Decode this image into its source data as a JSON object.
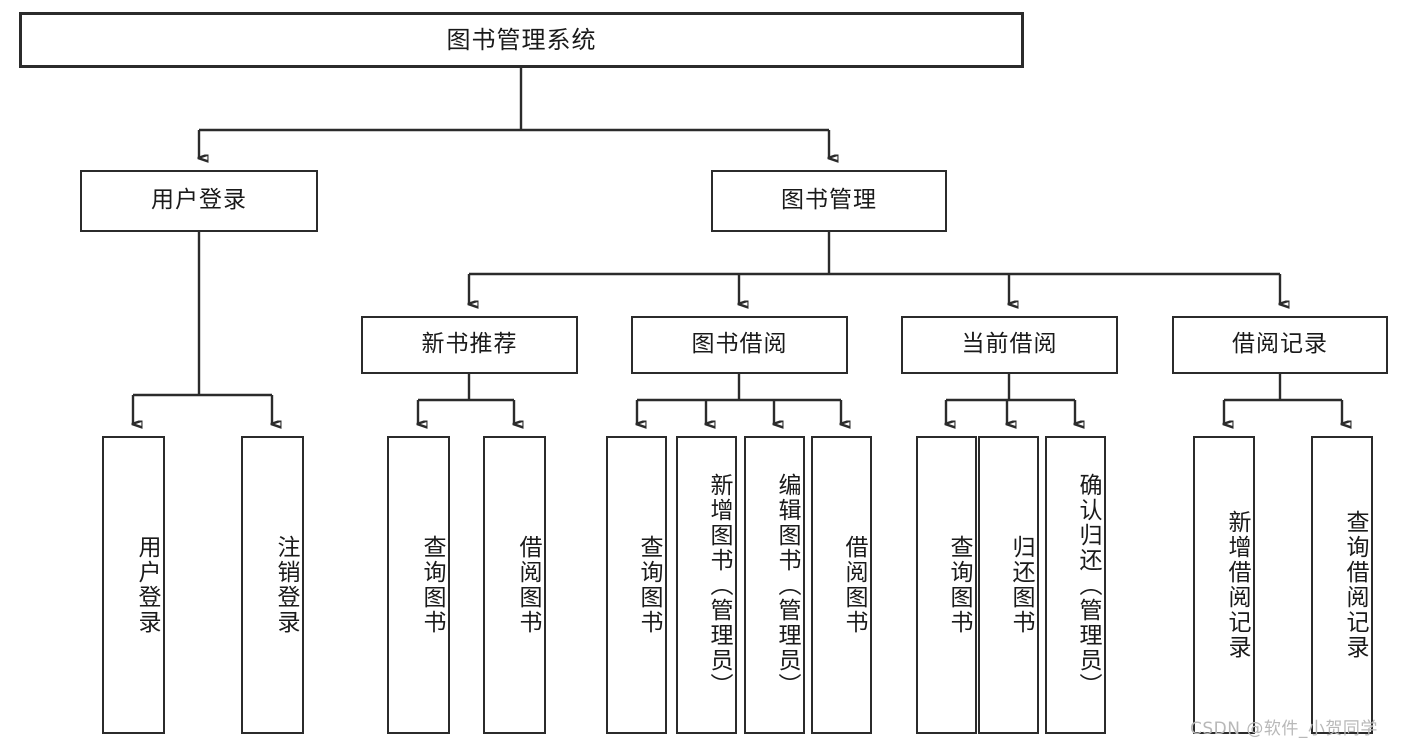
{
  "diagram": {
    "title": "图书管理系统",
    "watermark": "CSDN @软件_小贺同学",
    "colors": {
      "stroke": "#2b2b2b",
      "fill": "#ffffff",
      "text": "#1a1a1a",
      "watermark": "#b8b8b8"
    },
    "nodes": {
      "root": {
        "label": "图书管理系统"
      },
      "level2": [
        {
          "label": "用户登录"
        },
        {
          "label": "图书管理"
        }
      ],
      "level3": [
        {
          "label": "新书推荐"
        },
        {
          "label": "图书借阅"
        },
        {
          "label": "当前借阅"
        },
        {
          "label": "借阅记录"
        }
      ],
      "leaves": {
        "user_login": [
          {
            "label": "用户登录"
          },
          {
            "label": "注销登录"
          }
        ],
        "new_book": [
          {
            "label": "查询图书"
          },
          {
            "label": "借阅图书"
          }
        ],
        "book_borrow": [
          {
            "label": "查询图书"
          },
          {
            "label": "新增图书（管理员）"
          },
          {
            "label": "编辑图书（管理员）"
          },
          {
            "label": "借阅图书"
          }
        ],
        "current_borrow": [
          {
            "label": "查询图书"
          },
          {
            "label": "归还图书"
          },
          {
            "label": "确认归还（管理员）"
          }
        ],
        "borrow_record": [
          {
            "label": "新增借阅记录"
          },
          {
            "label": "查询借阅记录"
          }
        ]
      }
    }
  }
}
